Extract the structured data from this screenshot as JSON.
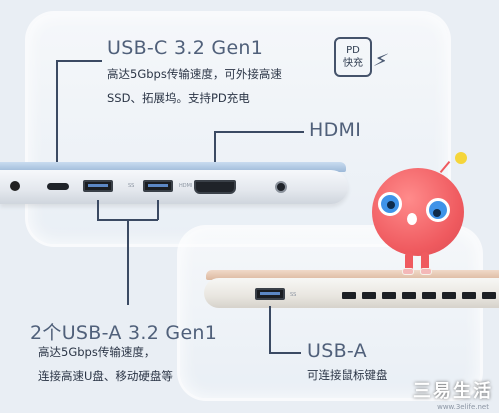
{
  "usbc": {
    "title": "USB-C 3.2 Gen1",
    "desc": "高达5Gbps传输速度，可外接高速\nSSD、拓展坞。支持PD充电"
  },
  "hdmi": {
    "title": "HDMI"
  },
  "usba2": {
    "title": "2个USB-A 3.2 Gen1",
    "desc": "高达5Gbps传输速度，\n连接高速U盘、移动硬盘等"
  },
  "usba": {
    "title": "USB-A",
    "desc": "可连接鼠标键盘"
  },
  "pd_badge": {
    "line1": "PD",
    "line2": "快充"
  },
  "watermark": {
    "main": "三易生活",
    "sub": "www.3elife.net"
  },
  "port_labels": {
    "a": "SS",
    "b": "SS",
    "hdmi": "HDMI"
  }
}
